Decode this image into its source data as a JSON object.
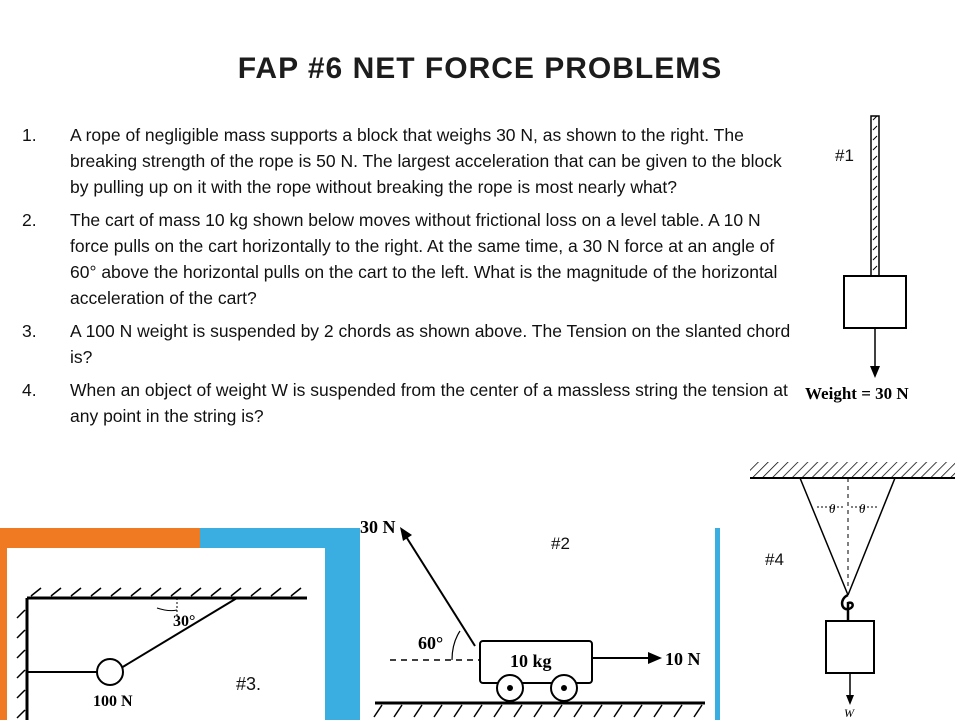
{
  "title": "FAP #6 NET FORCE PROBLEMS",
  "problems": [
    {
      "num": "1.",
      "text": "A rope of negligible mass supports a block that weighs 30 N, as shown to the right. The breaking strength of the rope is 50 N. The largest acceleration that can be given to the block by pulling up on it with the rope without breaking the rope is most nearly what?"
    },
    {
      "num": "2.",
      "text": "The cart of mass 10 kg shown below moves without frictional loss on a level table. A 10 N force pulls on the cart horizontally to the right. At the same time, a 30 N force at an angle of 60° above the horizontal pulls on the cart to the left. What is the magnitude of the horizontal acceleration of the cart?"
    },
    {
      "num": "3.",
      "text": "A 100 N weight is suspended by 2 chords as shown above.  The Tension on the slanted chord is?"
    },
    {
      "num": "4.",
      "text": "When an object of weight W is suspended from the center of a massless string the tension at any point in the string is?"
    }
  ],
  "labels": {
    "fig1": "#1",
    "fig2": "#2",
    "fig3": "#3.",
    "fig4": "#4"
  },
  "fig1": {
    "weight": "Weight = 30 N"
  },
  "fig2": {
    "force_left": "30 N",
    "angle": "60°",
    "mass": "10 kg",
    "force_right": "10 N"
  },
  "fig3": {
    "angle": "30°",
    "weight": "100 N"
  },
  "fig4": {
    "theta_left": "θ",
    "theta_right": "θ",
    "weight": "W"
  }
}
